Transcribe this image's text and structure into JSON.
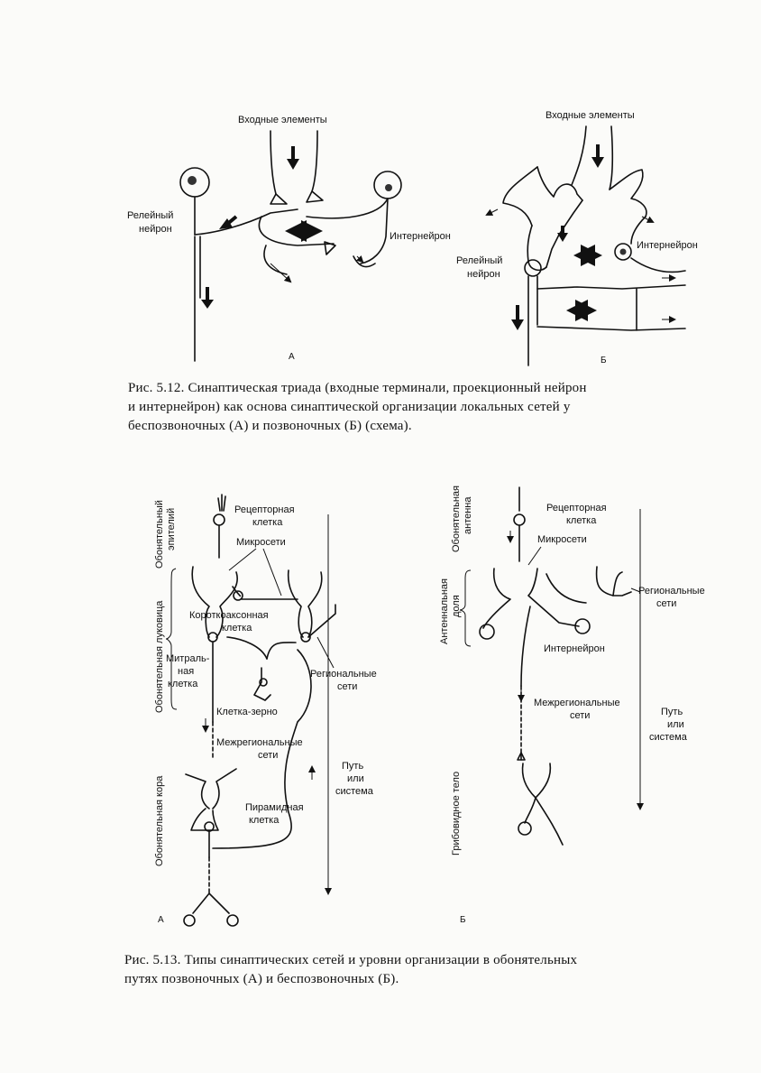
{
  "fig12": {
    "a": {
      "input_label": "Входные элементы",
      "relay_label_1": "Релейный",
      "relay_label_2": "нейрон",
      "inter_label": "Интернейрон",
      "panel": "А"
    },
    "b": {
      "input_label": "Входные элементы",
      "relay_label_1": "Релейный",
      "relay_label_2": "нейрон",
      "inter_label": "Интернейрон",
      "panel": "Б"
    },
    "caption_1": "Рис. 5.12. Синаптическая триада (входные терминали, проекционный нейрон",
    "caption_2": "и интернейрон) как основа синаптической организации локальных сетей у",
    "caption_3": "беспозвоночных (А) и позвоночных (Б) (схема)."
  },
  "fig13": {
    "a": {
      "side_epithelium_1": "Обонятельный",
      "side_epithelium_2": "эпителий",
      "side_bulb": "Обонятельная луковица",
      "side_cortex": "Обонятельная кора",
      "receptor_1": "Рецепторная",
      "receptor_2": "клетка",
      "micro": "Микросети",
      "short_axon_1": "Короткоаксонная",
      "short_axon_2": "клетка",
      "mitral_1": "Митраль-",
      "mitral_2": "ная",
      "mitral_3": "клетка",
      "regional_1": "Региональные",
      "regional_2": "сети",
      "granule": "Клетка-зерно",
      "interregional_1": "Межрегиональные",
      "interregional_2": "сети",
      "path_1": "Путь",
      "path_2": "или",
      "path_3": "система",
      "pyramid_1": "Пирамидная",
      "pyramid_2": "клетка",
      "panel": "А"
    },
    "b": {
      "side_antenna_1": "Обонятельная",
      "side_antenna_2": "антенна",
      "side_lobe_1": "Антеннальная",
      "side_lobe_2": "доля",
      "side_mushroom": "Грибовидное тело",
      "receptor_1": "Рецепторная",
      "receptor_2": "клетка",
      "micro": "Микросети",
      "regional_1": "Региональные",
      "regional_2": "сети",
      "inter": "Интернейрон",
      "interregional_1": "Межрегиональные",
      "interregional_2": "сети",
      "path_1": "Путь",
      "path_2": "или",
      "path_3": "система",
      "panel": "Б"
    },
    "caption_1": "Рис. 5.13. Типы синаптических сетей и уровни организации в обонятельных",
    "caption_2": "путях позвоночных (А) и беспозвоночных (Б)."
  }
}
